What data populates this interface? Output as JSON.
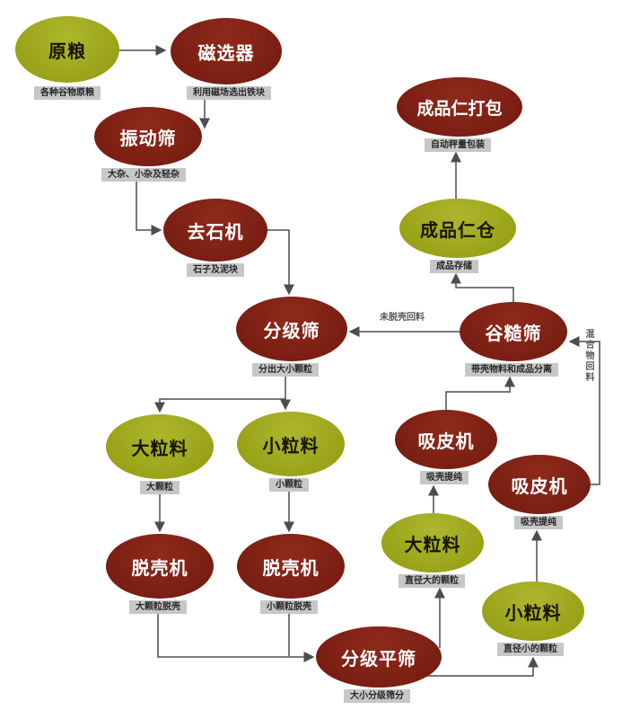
{
  "diagram": {
    "colors": {
      "olive": "#99a117",
      "olive_light": "#aeb62d",
      "maroon": "#791d12",
      "maroon_light": "#8e2a1c",
      "caption_bg": "#c7c7c7",
      "caption_text": "#262626",
      "arrow": "#4d4d4d",
      "edge_label": "#555555"
    },
    "nodes": [
      {
        "id": "raw-grain",
        "label": "原粮",
        "caption": "各种谷物原粮",
        "color": "olive"
      },
      {
        "id": "magnetic-separator",
        "label": "磁选器",
        "caption": "利用磁场选出铁块",
        "color": "maroon"
      },
      {
        "id": "vibrating-screen",
        "label": "振动筛",
        "caption": "大杂、小杂及轻杂",
        "color": "maroon"
      },
      {
        "id": "destoner",
        "label": "去石机",
        "caption": "石子及泥块",
        "color": "maroon"
      },
      {
        "id": "grading-screen",
        "label": "分级筛",
        "caption": "分出大小颗粒",
        "color": "maroon"
      },
      {
        "id": "large-material-1",
        "label": "大粒料",
        "caption": "大颗粒",
        "color": "olive"
      },
      {
        "id": "small-material-1",
        "label": "小粒料",
        "caption": "小颗粒",
        "color": "olive"
      },
      {
        "id": "husker-large",
        "label": "脱壳机",
        "caption": "大颗粒脱壳",
        "color": "maroon"
      },
      {
        "id": "husker-small",
        "label": "脱壳机",
        "caption": "小颗粒脱壳",
        "color": "maroon"
      },
      {
        "id": "grading-flat-sieve",
        "label": "分级平筛",
        "caption": "大小分级筛分",
        "color": "maroon"
      },
      {
        "id": "finished-kernel-packing",
        "label": "成品仁打包",
        "caption": "自动秤量包装",
        "color": "maroon"
      },
      {
        "id": "finished-kernel-bin",
        "label": "成品仁仓",
        "caption": "成品存储",
        "color": "olive"
      },
      {
        "id": "paddy-separator",
        "label": "谷糙筛",
        "caption": "带壳物料和成品分离",
        "color": "maroon"
      },
      {
        "id": "husk-aspirator-1",
        "label": "吸皮机",
        "caption": "吸壳提纯",
        "color": "maroon"
      },
      {
        "id": "husk-aspirator-2",
        "label": "吸皮机",
        "caption": "吸壳提纯",
        "color": "maroon"
      },
      {
        "id": "large-material-2",
        "label": "大粒料",
        "caption": "直径大的颗粒",
        "color": "olive"
      },
      {
        "id": "small-material-2",
        "label": "小粒料",
        "caption": "直径小的颗粒",
        "color": "olive"
      }
    ],
    "edge_labels": {
      "unhusked_return": "未脱壳回料",
      "mixture_return": "混合物回料"
    },
    "edges": [
      {
        "from": "raw-grain",
        "to": "magnetic-separator"
      },
      {
        "from": "magnetic-separator",
        "to": "vibrating-screen"
      },
      {
        "from": "vibrating-screen",
        "to": "destoner"
      },
      {
        "from": "destoner",
        "to": "grading-screen"
      },
      {
        "from": "grading-screen",
        "to": "large-material-1"
      },
      {
        "from": "grading-screen",
        "to": "small-material-1"
      },
      {
        "from": "large-material-1",
        "to": "husker-large"
      },
      {
        "from": "small-material-1",
        "to": "husker-small"
      },
      {
        "from": "husker-large",
        "to": "grading-flat-sieve"
      },
      {
        "from": "husker-small",
        "to": "grading-flat-sieve"
      },
      {
        "from": "grading-flat-sieve",
        "to": "large-material-2"
      },
      {
        "from": "grading-flat-sieve",
        "to": "small-material-2"
      },
      {
        "from": "large-material-2",
        "to": "husk-aspirator-1"
      },
      {
        "from": "small-material-2",
        "to": "husk-aspirator-2"
      },
      {
        "from": "husk-aspirator-1",
        "to": "paddy-separator"
      },
      {
        "from": "husk-aspirator-2",
        "to": "paddy-separator",
        "label": "混合物回料"
      },
      {
        "from": "paddy-separator",
        "to": "grading-screen",
        "label": "未脱壳回料"
      },
      {
        "from": "paddy-separator",
        "to": "finished-kernel-bin"
      },
      {
        "from": "finished-kernel-bin",
        "to": "finished-kernel-packing"
      }
    ]
  }
}
